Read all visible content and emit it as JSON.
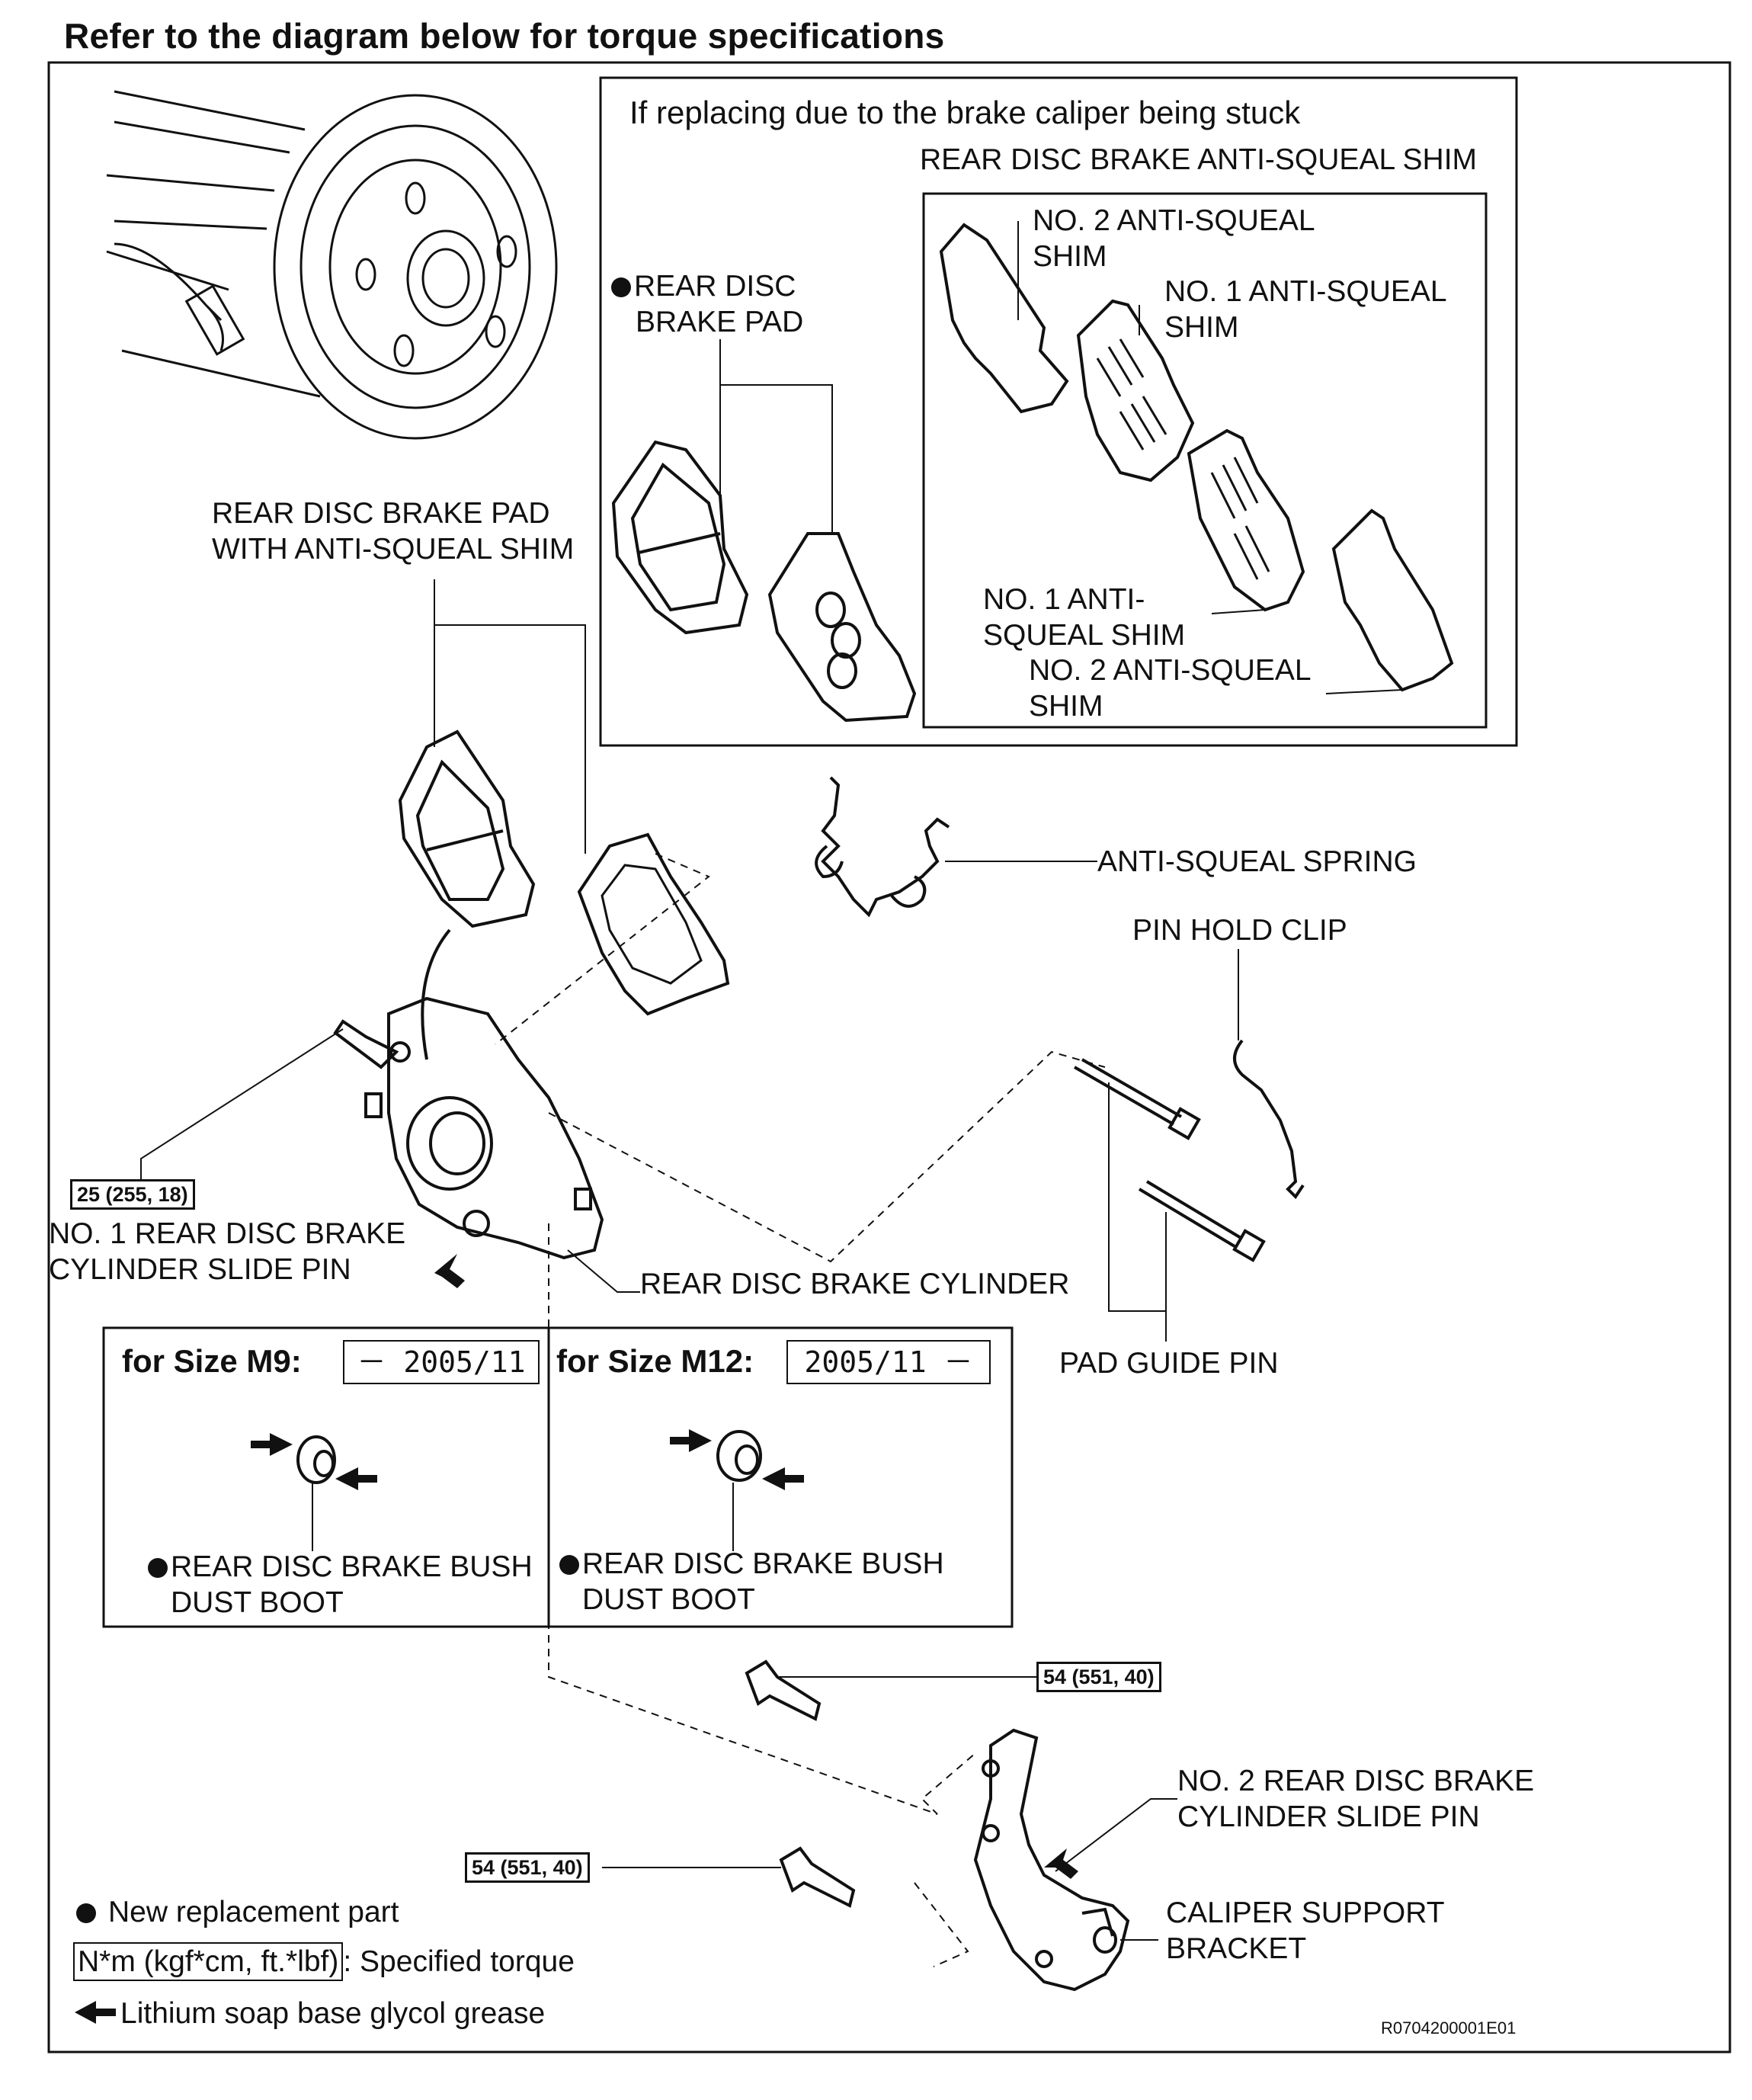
{
  "title": "Refer to the diagram below for torque specifications",
  "inset": {
    "heading": "If replacing due to the brake caliper being stuck",
    "shim_group_label": "REAR DISC BRAKE ANTI-SQUEAL SHIM",
    "pad_label_line1": "REAR DISC",
    "pad_label_line2": "BRAKE PAD",
    "no2_shim_top_line1": "NO. 2 ANTI-SQUEAL",
    "no2_shim_top_line2": "SHIM",
    "no1_shim_top_line1": "NO. 1 ANTI-SQUEAL",
    "no1_shim_top_line2": "SHIM",
    "no1_shim_bottom_line1": "NO. 1 ANTI-",
    "no1_shim_bottom_line2": "SQUEAL SHIM",
    "no2_shim_bottom_line1": "NO. 2 ANTI-SQUEAL",
    "no2_shim_bottom_line2": "SHIM"
  },
  "labels": {
    "pad_with_shim_line1": "REAR DISC BRAKE PAD",
    "pad_with_shim_line2": "WITH ANTI-SQUEAL SHIM",
    "anti_squeal_spring": "ANTI-SQUEAL SPRING",
    "pin_hold_clip": "PIN HOLD CLIP",
    "slide_pin1_line1": "NO.  1 REAR DISC BRAKE",
    "slide_pin1_line2": "CYLINDER SLIDE PIN",
    "cylinder": "REAR DISC BRAKE CYLINDER",
    "pad_guide_pin": "PAD GUIDE PIN",
    "slide_pin2_line1": "NO. 2 REAR DISC BRAKE",
    "slide_pin2_line2": "CYLINDER SLIDE PIN",
    "bracket_line1": "CALIPER SUPPORT",
    "bracket_line2": "BRACKET"
  },
  "torques": {
    "slide_pin": "25 (255, 18)",
    "bolt_upper": "54 (551, 40)",
    "bolt_lower": "54 (551, 40)"
  },
  "size_table": {
    "m9_heading": "for Size M9:",
    "m9_date": "－ 2005/11",
    "m12_heading": "for Size M12:",
    "m12_date": "2005/11 －",
    "m9_boot_line1": "REAR DISC BRAKE BUSH",
    "m9_boot_line2": "DUST BOOT",
    "m12_boot_line1": "REAR DISC BRAKE BUSH",
    "m12_boot_line2": "DUST BOOT"
  },
  "legend": {
    "new_part": "New replacement part",
    "torque_units": "N*m (kgf*cm, ft.*lbf)",
    "torque_text": ": Specified torque",
    "grease": "Lithium soap base glycol grease"
  },
  "figure_code": "R0704200001E01"
}
